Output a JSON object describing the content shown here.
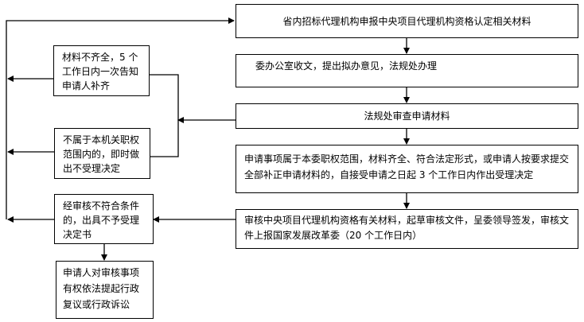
{
  "flowchart": {
    "main_steps": [
      {
        "id": "submit",
        "text": "省内招标代理机构申报中央项目代理机构资格认定相关材料"
      },
      {
        "id": "office",
        "text": "委办公室收文，提出拟办意见，法规处办理"
      },
      {
        "id": "review",
        "text": "法规处审查申请材料"
      },
      {
        "id": "accept",
        "text": "申请事项属于本委职权范围，材料齐全、符合法定形式，或申请人按要求提交全部补正申请材料的，自接受申请之日起 3 个工作日内作出受理决定"
      },
      {
        "id": "audit",
        "text": "审核中央项目代理机构资格有关材料，起草审核文件，呈委领导签发，审核文件上报国家发展改革委（20 个工作日内）"
      }
    ],
    "side_steps": [
      {
        "id": "incomplete",
        "text": "材料不齐全，5 个工作日内一次告知申请人补齐"
      },
      {
        "id": "out_of_scope",
        "text": "不属于本机关职权范围内的，即时做出不受理决定"
      },
      {
        "id": "rejected",
        "text": "经审核不符合条件的，出具不予受理决定书"
      },
      {
        "id": "appeal",
        "text": "申请人对审核事项有权依法提起行政复议或行政诉讼"
      }
    ]
  }
}
